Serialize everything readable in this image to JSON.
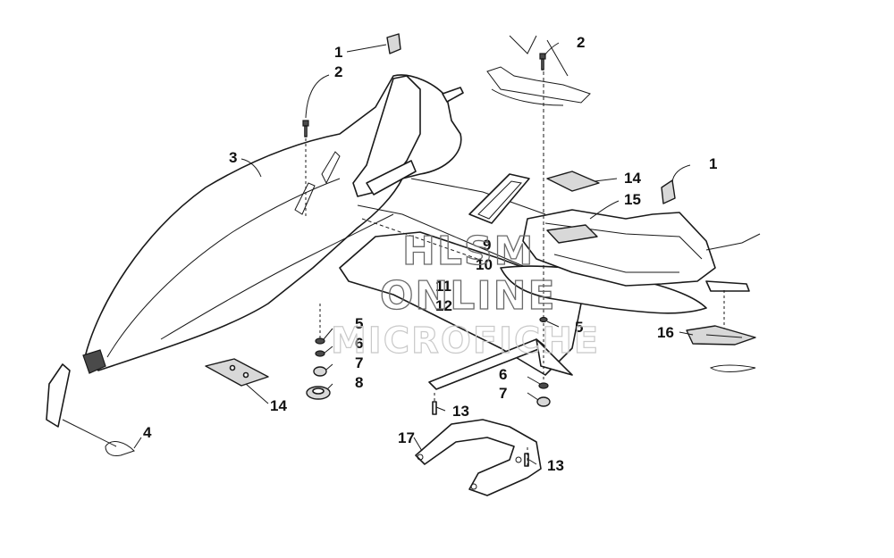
{
  "callouts": {
    "c1a": "1",
    "c2a": "2",
    "c3": "3",
    "c4": "4",
    "c5a": "5",
    "c6a": "6",
    "c7a": "7",
    "c8": "8",
    "c14a": "14",
    "c13a": "13",
    "c17": "17",
    "c13b": "13",
    "c6b": "6",
    "c7b": "7",
    "c5b": "5",
    "c9": "9",
    "c10": "10",
    "c11": "11",
    "c12": "12",
    "c2b": "2",
    "c1b": "1",
    "c14b": "14",
    "c15": "15",
    "c16": "16"
  },
  "watermark": {
    "line1": "HLSM",
    "line2": "ONLINE",
    "line3": "MICROFICHE"
  }
}
